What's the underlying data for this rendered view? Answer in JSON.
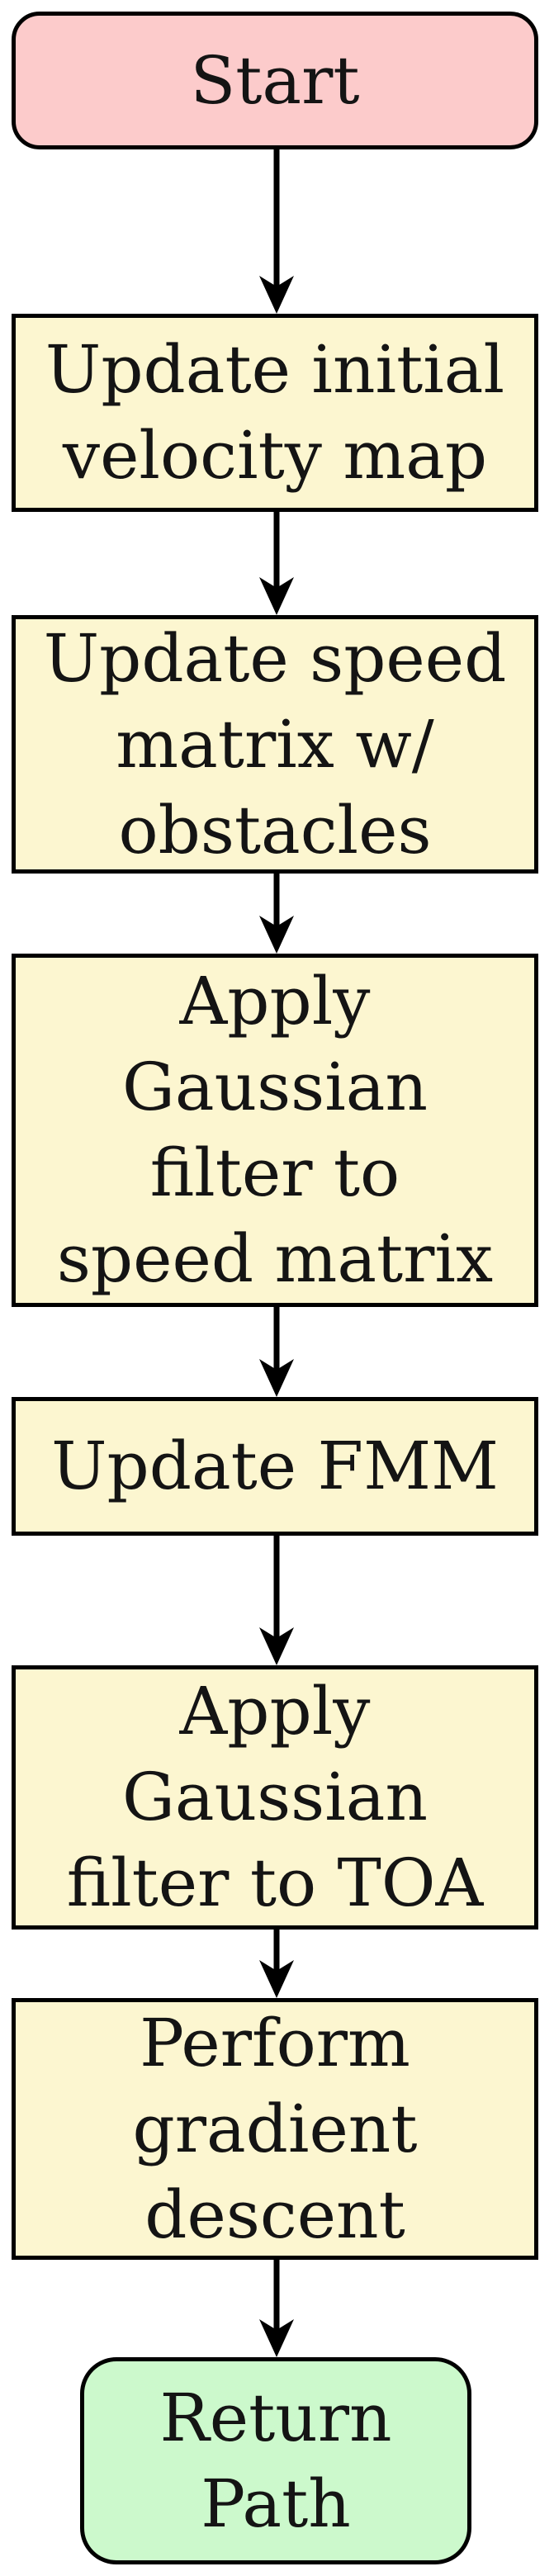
{
  "flow": {
    "nodes": [
      {
        "type": "start",
        "shape": "rounded",
        "label": "Start",
        "lines": [
          "Start"
        ]
      },
      {
        "type": "process",
        "shape": "rect",
        "label": "Update initial velocity map",
        "lines": [
          "Update initial",
          "velocity map"
        ]
      },
      {
        "type": "process",
        "shape": "rect",
        "label": "Update speed matrix w/ obstacles",
        "lines": [
          "Update speed",
          "matrix w/",
          "obstacles"
        ]
      },
      {
        "type": "process",
        "shape": "rect",
        "label": "Apply Gaussian filter to speed matrix",
        "lines": [
          "Apply",
          "Gaussian",
          "filter to",
          "speed matrix"
        ]
      },
      {
        "type": "process",
        "shape": "rect",
        "label": "Update FMM",
        "lines": [
          "Update FMM"
        ]
      },
      {
        "type": "process",
        "shape": "rect",
        "label": "Apply Gaussian filter to TOA",
        "lines": [
          "Apply",
          "Gaussian",
          "filter to TOA"
        ]
      },
      {
        "type": "process",
        "shape": "rect",
        "label": "Perform gradient descent",
        "lines": [
          "Perform",
          "gradient",
          "descent"
        ]
      },
      {
        "type": "end",
        "shape": "rounded",
        "label": "Return Path",
        "lines": [
          "Return",
          "Path"
        ]
      }
    ],
    "edges": [
      {
        "from": 0,
        "to": 1
      },
      {
        "from": 1,
        "to": 2
      },
      {
        "from": 2,
        "to": 3
      },
      {
        "from": 3,
        "to": 4
      },
      {
        "from": 4,
        "to": 5
      },
      {
        "from": 5,
        "to": 6
      },
      {
        "from": 6,
        "to": 7
      }
    ]
  },
  "colors": {
    "start_fill": "#FCCBCB",
    "process_fill": "#FCF6D0",
    "end_fill": "#CCF9CC",
    "border_color": "#000000",
    "arrow_color": "#000000",
    "text_color": "#141414"
  }
}
